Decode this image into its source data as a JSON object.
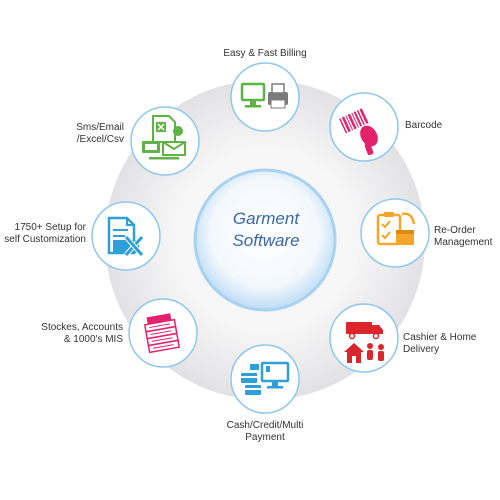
{
  "center": {
    "line1": "Garment",
    "line2": "Software"
  },
  "features": [
    {
      "id": "billing",
      "lines": [
        "Easy & Fast Billing"
      ],
      "icon": "billing-printer-icon"
    },
    {
      "id": "barcode",
      "lines": [
        "Barcode"
      ],
      "icon": "barcode-scanner-icon"
    },
    {
      "id": "reorder",
      "lines": [
        "Re-Order",
        "Management"
      ],
      "icon": "reorder-clipboard-box-icon"
    },
    {
      "id": "cashier",
      "lines": [
        "Cashier & Home",
        "Delivery"
      ],
      "icon": "cashier-delivery-truck-icon"
    },
    {
      "id": "payment",
      "lines": [
        "Cash/Credit/Multi",
        "Payment"
      ],
      "icon": "payment-monitor-cards-icon"
    },
    {
      "id": "mis",
      "lines": [
        "Stockes, Accounts",
        "& 1000's MIS"
      ],
      "icon": "stacked-reports-icon"
    },
    {
      "id": "setup",
      "lines": [
        "1750+ Setup for",
        "self Customization"
      ],
      "icon": "setup-document-tools-icon"
    },
    {
      "id": "sms",
      "lines": [
        "Sms/Email",
        "/Excel/Csv"
      ],
      "icon": "sms-email-excel-icon"
    }
  ],
  "colors": {
    "ring": "#e9e9ea",
    "circle_border": "#8fc7ec",
    "center_blue": "#3a67a8",
    "green": "#5fb246",
    "pink": "#e3226b",
    "orange": "#f3a62a",
    "red": "#d9262b",
    "light_blue": "#2f9fd8"
  }
}
